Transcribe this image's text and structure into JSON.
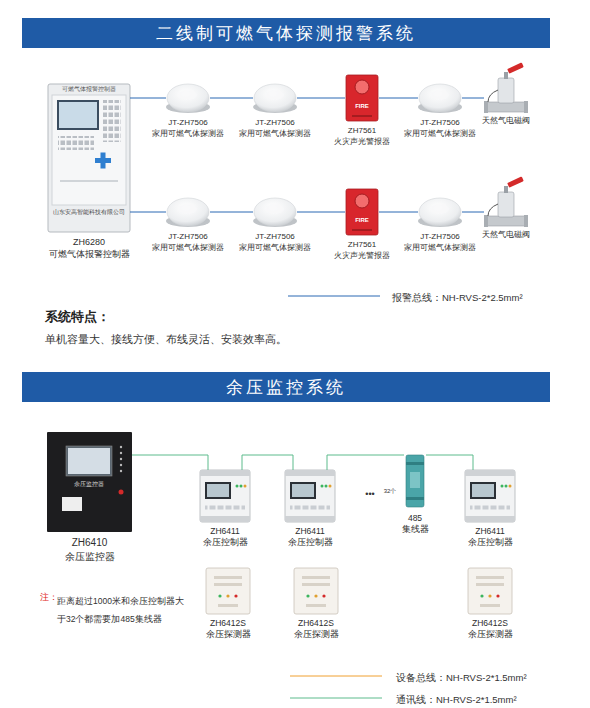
{
  "diagram": {
    "nodes": [
      {
        "text": [
          "二线制可燃气体探测报警系统"
        ]
      },
      {
        "text": [
          "ZH6280",
          "可燃气体报警控制器"
        ]
      },
      {
        "text": [
          "JT-ZH7506",
          "家用可燃气体探测器"
        ]
      },
      {
        "text": [
          "JT-ZH7506",
          "家用可燃气体探测器"
        ]
      },
      {
        "text": [
          "ZH7561",
          "火灾声光警报器"
        ]
      },
      {
        "text": [
          "JT-ZH7506",
          "家用可燃气体探测器"
        ]
      },
      {
        "text": [
          "天然气电磁阀"
        ]
      },
      {
        "text": [
          "JT-ZH7506",
          "家用可燃气体探测器"
        ]
      },
      {
        "text": [
          "JT-ZH7506",
          "家用可燃气体探测器"
        ]
      },
      {
        "text": [
          "ZH7561",
          "火灾声光警报器"
        ]
      },
      {
        "text": [
          "JT-ZH7506",
          "家用可燃气体探测器"
        ]
      },
      {
        "text": [
          "天然气电磁阀"
        ]
      },
      {
        "text": [
          "余压监控系统"
        ]
      },
      {
        "text": [
          "ZH6410",
          "余压监控器"
        ]
      },
      {
        "text": [
          "ZH6411",
          "余压控制器"
        ]
      },
      {
        "text": [
          "ZH6411",
          "余压控制器"
        ]
      },
      {
        "text": [
          "485",
          "集线器"
        ]
      },
      {
        "text": [
          "ZH6411",
          "余压控制器"
        ]
      },
      {
        "text": [
          "ZH6412S",
          "余压探测器"
        ]
      },
      {
        "text": [
          "ZH6412S",
          "余压探测器"
        ]
      },
      {
        "text": [
          "ZH6412S",
          "余压探测器"
        ]
      }
    ],
    "edges": [
      {
        "from": 1,
        "to": 2,
        "arrow": "none"
      },
      {
        "from": 2,
        "to": 3,
        "arrow": "none"
      },
      {
        "from": 3,
        "to": 4,
        "arrow": "none"
      },
      {
        "from": 4,
        "to": 5,
        "arrow": "none"
      },
      {
        "from": 5,
        "to": 6,
        "arrow": "none"
      },
      {
        "from": 1,
        "to": 7,
        "arrow": "none"
      },
      {
        "from": 7,
        "to": 8,
        "arrow": "none"
      },
      {
        "from": 8,
        "to": 9,
        "arrow": "none"
      },
      {
        "from": 9,
        "to": 10,
        "arrow": "none"
      },
      {
        "from": 10,
        "to": 11,
        "arrow": "none"
      },
      {
        "from": 13,
        "to": 14,
        "arrow": "none"
      },
      {
        "from": 14,
        "to": 15,
        "arrow": "none"
      },
      {
        "from": 15,
        "to": 16,
        "arrow": "none"
      },
      {
        "from": 16,
        "to": 17,
        "arrow": "none"
      }
    ],
    "labels": [
      "可燃气体报警控制器",
      "山东安高智能科技有限公司",
      "FIRE",
      "FIRE",
      "系统特点：",
      "单机容量大、接线方便、布线灵活、安装效率高。",
      "余压监控器",
      "•••",
      "32个",
      "注：",
      "距离超过1000米和余压控制器大于32个都需要加485集线器"
    ],
    "legend": [
      {
        "text": "报警总线：NH-RVS-2*2.5mm²"
      },
      {
        "text": "设备总线：NH-RVS-2*1.5mm²"
      },
      {
        "text": "通讯线：NH-RVS-2*1.5mm²"
      }
    ]
  }
}
